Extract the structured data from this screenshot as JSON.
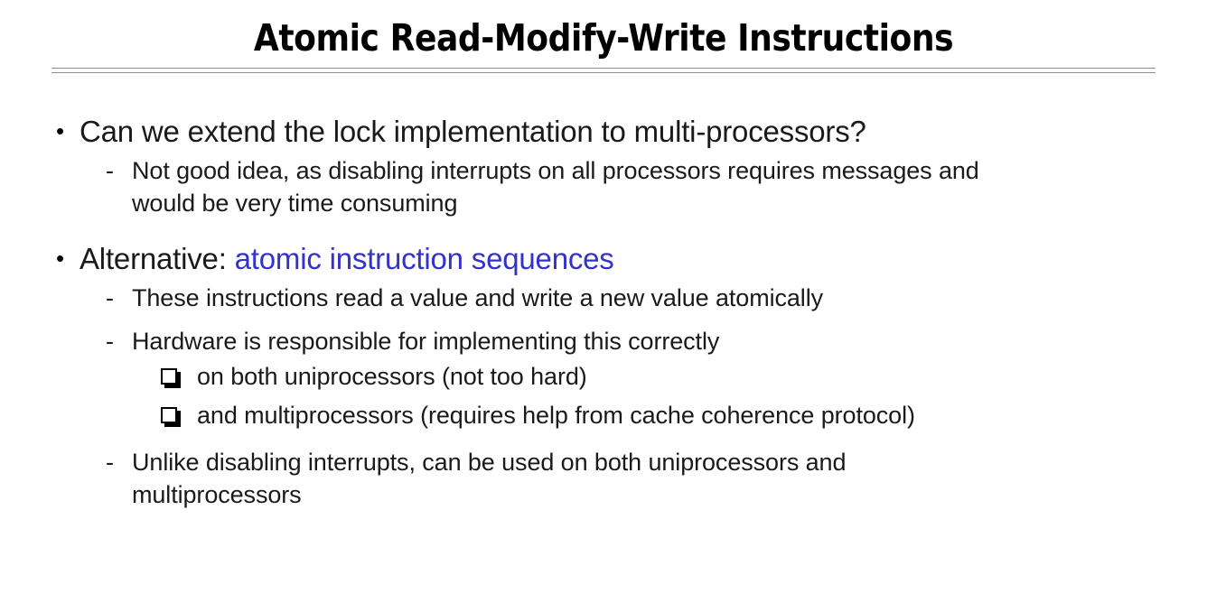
{
  "slide": {
    "title": "Atomic Read-Modify-Write Instructions",
    "accent_color": "#3333cc",
    "text_color": "#1a1a1a",
    "rule_color": "#8f8f8f",
    "background_color": "#ffffff"
  },
  "markers": {
    "bullet": "•",
    "dash": "-",
    "box": "❑"
  },
  "content": {
    "b1": {
      "text": "Can we extend the lock implementation to multi-processors?",
      "sub1_line1": "Not good idea, as disabling interrupts on all processors requires messages and",
      "sub1_line2": "would be very time consuming"
    },
    "b2": {
      "lead": "Alternative: ",
      "highlight": "atomic instruction sequences",
      "sub1": "These instructions read a value and write a new value atomically",
      "sub2": "Hardware is responsible for implementing this correctly",
      "box1": "on both uniprocessors (not too hard)",
      "box2": "and multiprocessors (requires help from cache coherence protocol)",
      "sub3_line1": "Unlike disabling interrupts, can be used on both uniprocessors and",
      "sub3_line2": "multiprocessors"
    }
  }
}
